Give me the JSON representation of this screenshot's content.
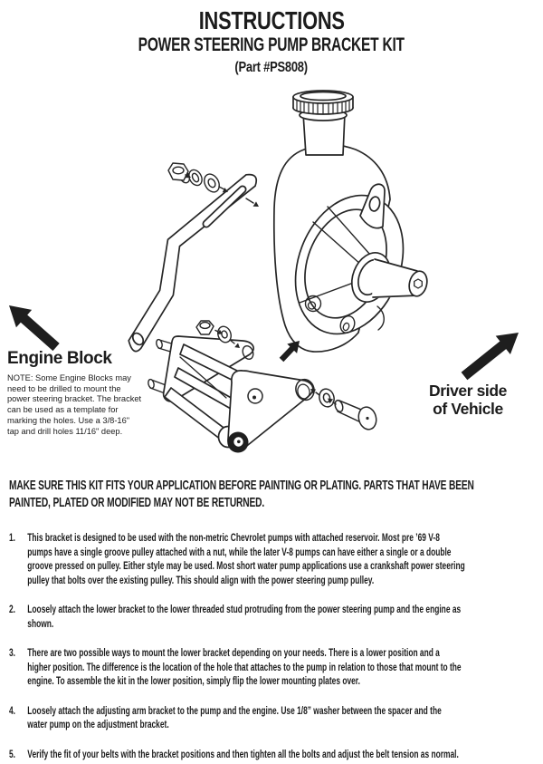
{
  "header": {
    "title": "INSTRUCTIONS",
    "subtitle": "POWER STEERING PUMP BRACKET KIT",
    "part": "(Part #PS808)"
  },
  "diagram": {
    "engine_block": {
      "label": "Engine Block",
      "note_lines": [
        "NOTE: Some Engine Blocks may",
        "need to be drilled to mount the",
        "power steering bracket. The bracket",
        "can be used as a template for",
        "marking the holes. Use a 3/8-16\"",
        "tap and drill holes 11/16\" deep."
      ]
    },
    "driver_side": {
      "line1": "Driver side",
      "line2": "of Vehicle"
    },
    "icons": {
      "engine_block_arrow": "arrow-up-left",
      "driver_side_arrow": "arrow-up-right",
      "assembly_arrow": "arrow-up-right"
    },
    "parts_shown": [
      "power steering pump with reservoir",
      "reservoir cap",
      "adjusting arm bracket with slot",
      "hex nut",
      "lock washer",
      "flat washer",
      "lower bracket plates with spacers",
      "mounting bolt and washer"
    ]
  },
  "warning": {
    "lines": [
      "MAKE SURE THIS KIT FITS YOUR APPLICATION BEFORE PAINTING OR PLATING. PARTS THAT HAVE BEEN",
      "PAINTED, PLATED OR MODIFIED MAY NOT BE RETURNED."
    ]
  },
  "instructions": [
    {
      "num": "1.",
      "lines": [
        "This bracket is designed to be used with the non-metric Chevrolet pumps with attached reservoir. Most pre ’69 V-8",
        "pumps have a single groove pulley attached with a nut, while the later V-8 pumps can have either a single or a double",
        "groove pressed on pulley. Either style may be used. Most short water pump applications use a crankshaft power steering",
        "pulley that bolts over the existing pulley. This should align with the power steering pump pulley."
      ]
    },
    {
      "num": "2.",
      "lines": [
        "Loosely attach the lower bracket to the lower threaded stud protruding from the power steering pump and the engine as",
        "shown."
      ]
    },
    {
      "num": "3.",
      "lines": [
        "There are two possible ways to mount the lower bracket depending on your needs. There is a lower position and a",
        "higher position. The difference is the location of the hole that attaches to the pump in relation to those that mount to the",
        "engine. To assemble the kit in the lower position, simply flip the lower mounting plates over."
      ]
    },
    {
      "num": "4.",
      "lines": [
        "Loosely attach the adjusting arm bracket to the pump and the engine. Use 1/8” washer between the spacer and the",
        "water pump on the adjustment bracket."
      ]
    },
    {
      "num": "5.",
      "lines": [
        "Verify the fit of your belts with the bracket positions and then tighten all the bolts and adjust the belt tension as normal."
      ]
    }
  ],
  "colors": {
    "ink": "#1c1c1c",
    "paper": "#ffffff"
  }
}
